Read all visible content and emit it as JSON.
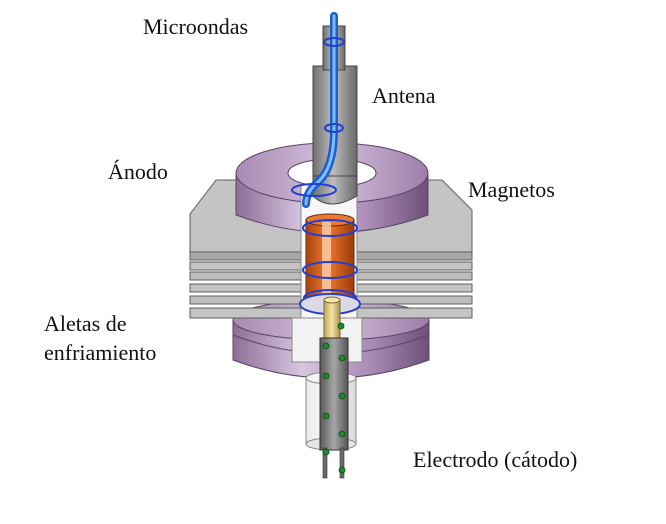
{
  "labels": {
    "microondas": "Microondas",
    "antena": "Antena",
    "anodo": "Ánodo",
    "magnetos": "Magnetos",
    "aletas_line1": "Aletas de",
    "aletas_line2": "enfriamiento",
    "electrodo": "Electrodo (cátodo)"
  },
  "colors": {
    "magnet": "#b79cc4",
    "magnet_dark": "#7a5c86",
    "fin": "#c6c6c6",
    "fin_edge": "#6e6e6e",
    "anode_copper": "#d9631c",
    "wave_blue": "#2e7fe0",
    "ring_blue": "#1f3fd6",
    "cathode_dot": "#1d8a2a",
    "cathode_tube": "#7b7b7b",
    "antenna_grey": "#9a9a9a"
  },
  "icons": {
    "diagram": "magnetron-cutaway-icon"
  }
}
